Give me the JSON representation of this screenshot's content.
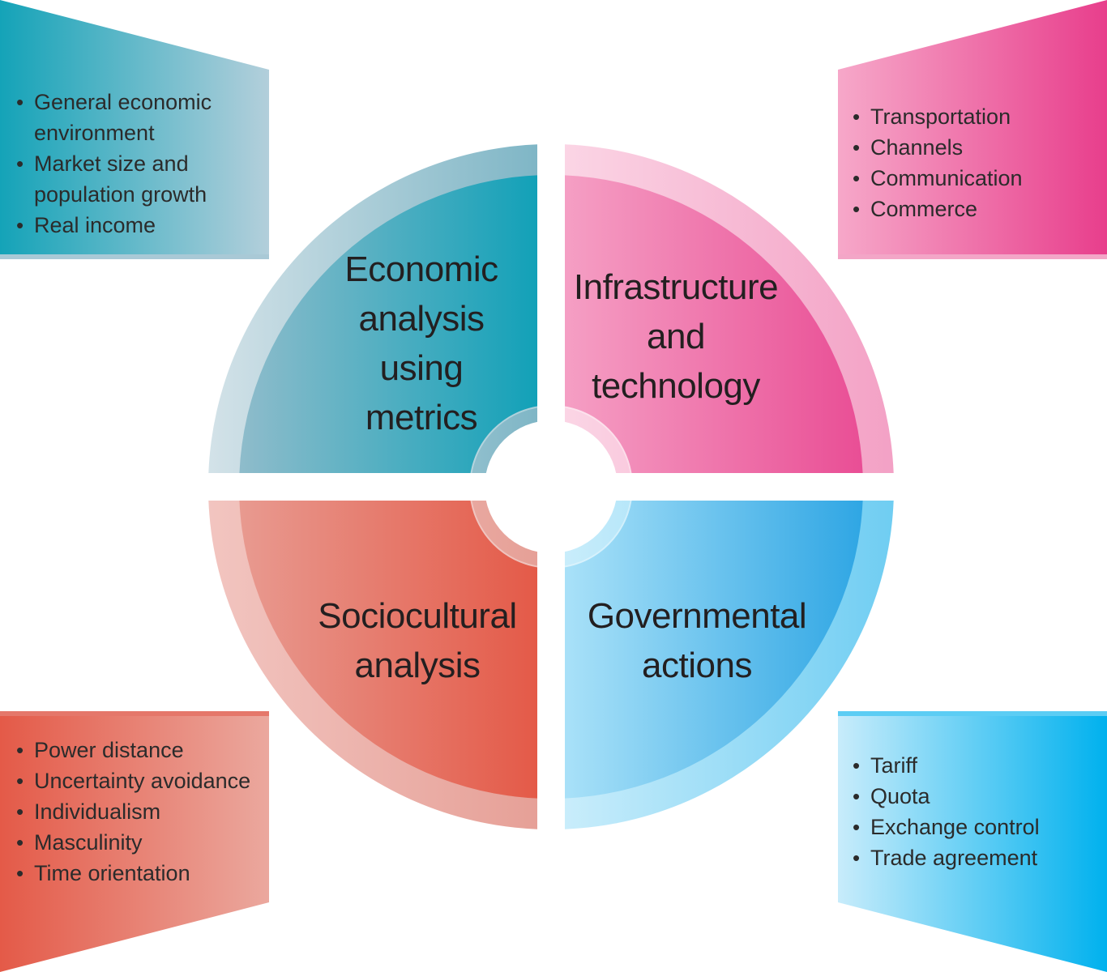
{
  "quadrants": [
    {
      "id": "economic",
      "title_lines": [
        "Economic",
        "analysis",
        "using",
        "metrics"
      ],
      "color_light": "#c9dde6",
      "color_dark": "#12a1b8"
    },
    {
      "id": "infrastructure",
      "title_lines": [
        "Infrastructure",
        "and",
        "technology"
      ],
      "color_light": "#f9c7dd",
      "color_dark": "#e83e8c"
    },
    {
      "id": "sociocultural",
      "title_lines": [
        "Sociocultural",
        "analysis"
      ],
      "color_light": "#efb3ad",
      "color_dark": "#e45a48"
    },
    {
      "id": "governmental",
      "title_lines": [
        "Governmental",
        "actions"
      ],
      "color_light": "#bfe9fb",
      "color_dark": "#24a7e6"
    }
  ],
  "boxes": {
    "economic": [
      "General economic environment",
      "Market size and population growth",
      "Real income"
    ],
    "infrastructure": [
      "Transportation",
      "Channels",
      "Communication",
      "Commerce"
    ],
    "sociocultural": [
      "Power distance",
      "Uncertainty avoidance",
      "Individualism",
      "Masculinity",
      "Time orientation"
    ],
    "governmental": [
      "Tariff",
      "Quota",
      "Exchange control",
      "Trade agreement"
    ]
  }
}
